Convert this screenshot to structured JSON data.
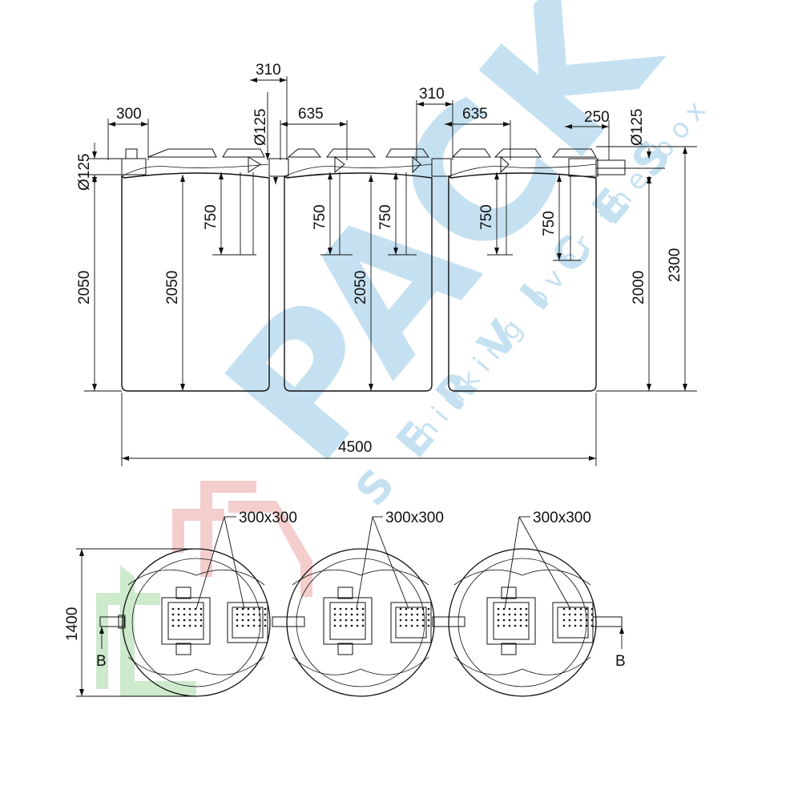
{
  "elevation": {
    "dims": {
      "d300": "300",
      "d310_left": "310",
      "d310_right": "310",
      "d635_left": "635",
      "d635_right": "635",
      "d250": "250",
      "phi_top_left": "Ø125",
      "phi_top_right": "Ø125",
      "phi_side_left": "Ø125",
      "h2050_outer": "2050",
      "h2050_tank1": "2050",
      "h2050_tank2": "2050",
      "h750_tank1": "750",
      "h750_tank2a": "750",
      "h750_tank2b": "750",
      "h750_tank3a": "750",
      "h750_tank3b": "750",
      "h2000": "2000",
      "h2300": "2300",
      "w4500": "4500"
    }
  },
  "plan": {
    "callout_1": "300x300",
    "callout_2": "300x300",
    "callout_3": "300x300",
    "h1400": "1400",
    "section_left": "B",
    "section_right": "B"
  },
  "watermark": {
    "brand": "PACK",
    "sub": "SERVICES",
    "tagline": "thinking over the box",
    "colors": {
      "blue": "#5aa9d6",
      "red": "#e07070",
      "green": "#6fc46f"
    }
  }
}
